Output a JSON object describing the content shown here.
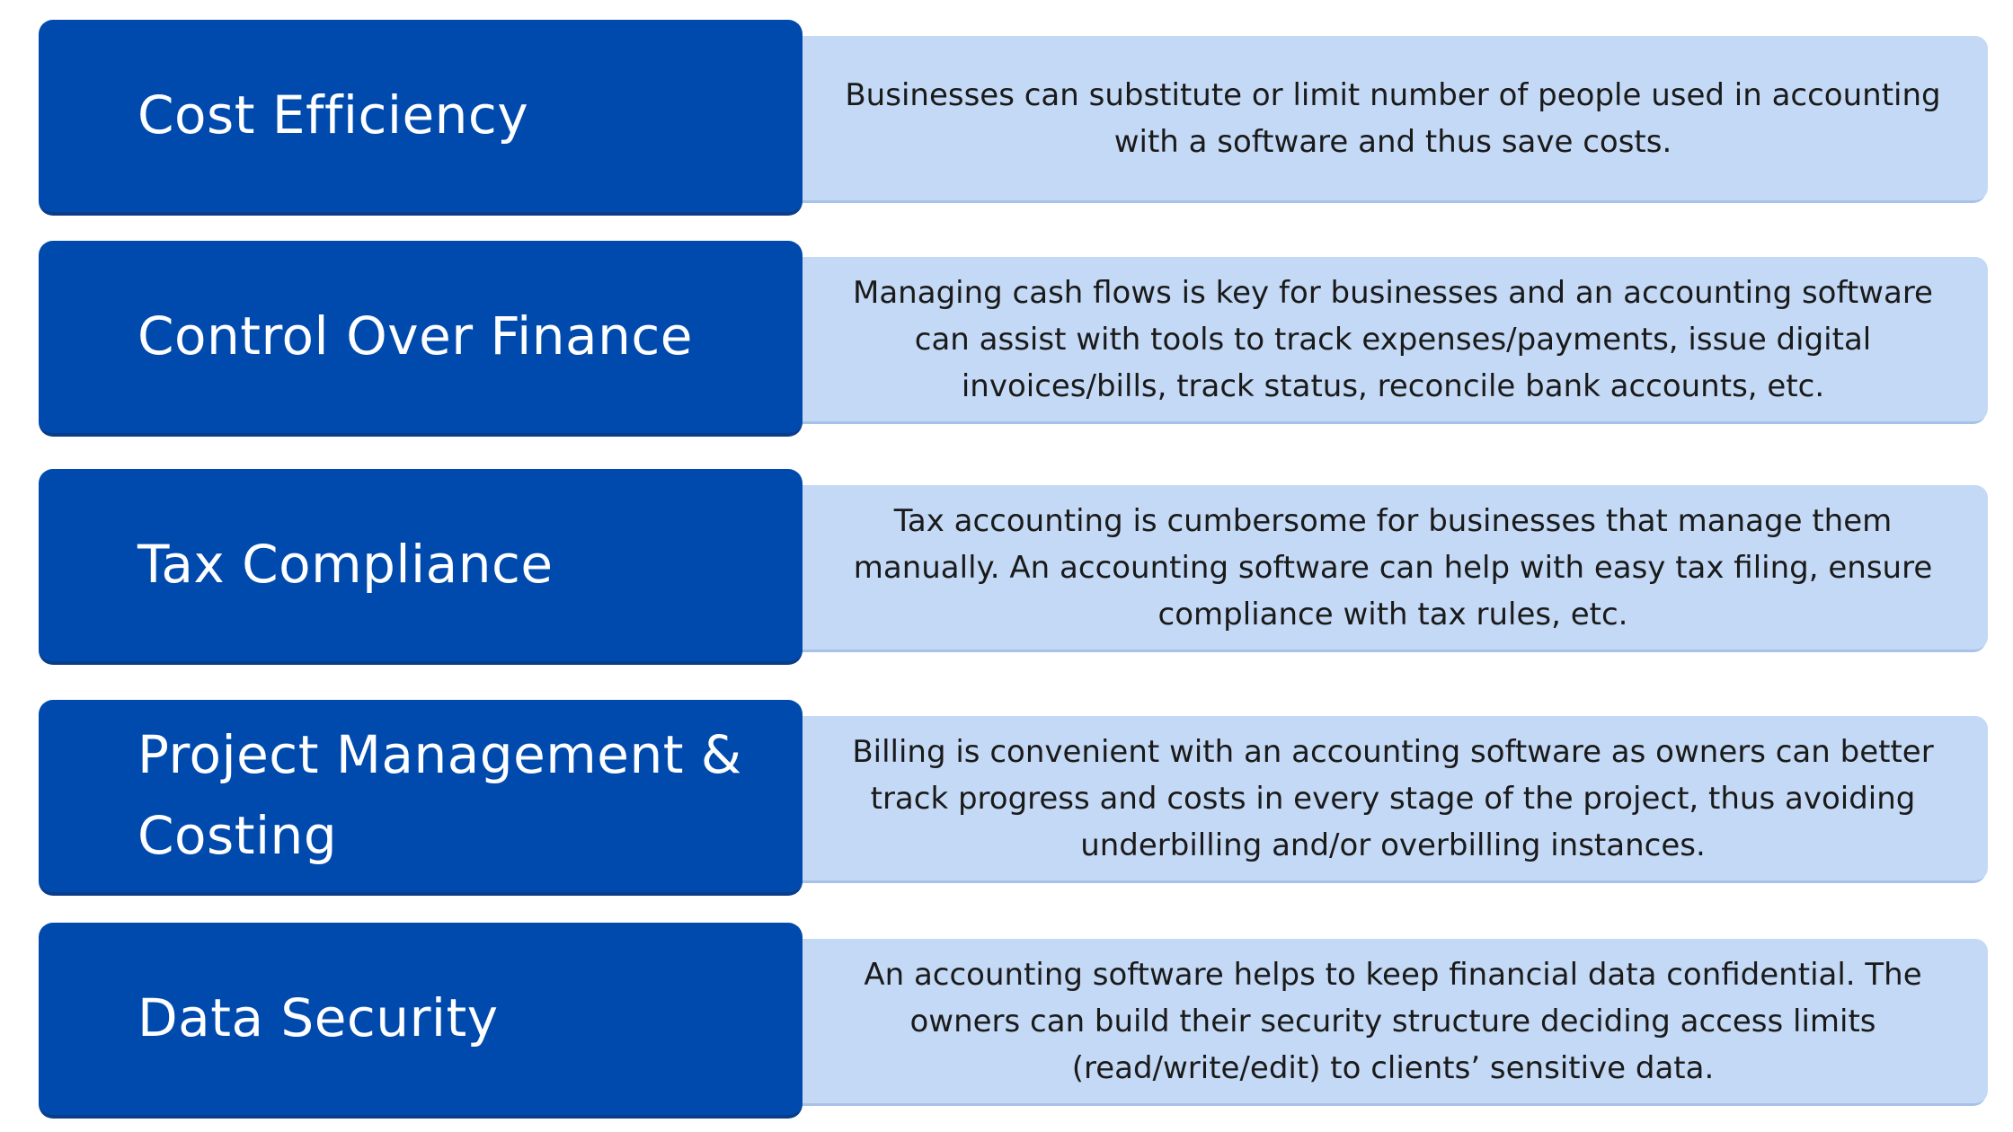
{
  "colors": {
    "label_bg": "#004aad",
    "description_bg": "#c4d9f5",
    "label_text": "#ffffff",
    "description_text": "#1a1a1a"
  },
  "rows": [
    {
      "label": "Cost Efficiency",
      "description": "Businesses can substitute or limit number of people used in accounting with a software and thus save costs."
    },
    {
      "label": "Control Over Finance",
      "description": "Managing cash flows is key for businesses and an accounting software can assist with tools to track expenses/payments, issue digital invoices/bills, track status, reconcile bank accounts, etc."
    },
    {
      "label": "Tax Compliance",
      "description": "Tax accounting is cumbersome for businesses that manage them manually. An accounting software can help with easy tax filing, ensure compliance with tax rules, etc."
    },
    {
      "label": "Project Management & Costing",
      "description": "Billing is convenient with an accounting software as owners can better track progress and costs in every stage of the project, thus avoiding underbilling and/or overbilling instances."
    },
    {
      "label": "Data Security",
      "description": "An accounting software helps to keep financial data confidential. The owners can build their security structure deciding access limits (read/write/edit) to clients’ sensitive data."
    }
  ]
}
